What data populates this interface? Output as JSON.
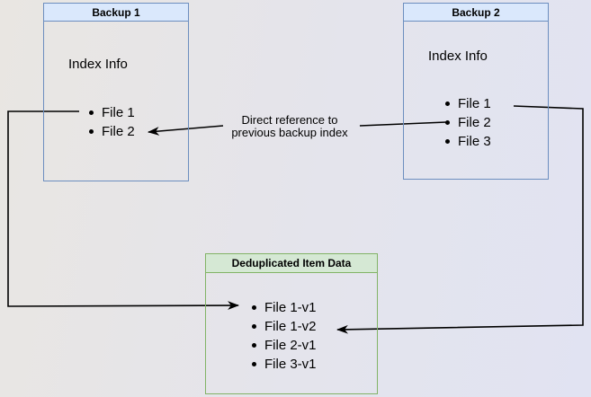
{
  "diagram": {
    "backup1": {
      "title": "Backup 1",
      "body_label": "Index Info",
      "items": [
        "File 1",
        "File 2"
      ]
    },
    "backup2": {
      "title": "Backup 2",
      "body_label": "Index Info",
      "items": [
        "File 1",
        "File 2",
        "File 3"
      ]
    },
    "dedup": {
      "title": "Deduplicated Item Data",
      "items": [
        "File 1-v1",
        "File 1-v2",
        "File 2-v1",
        "File 3-v1"
      ]
    },
    "annotation": {
      "line1": "Direct reference to",
      "line2": "previous backup index"
    },
    "colors": {
      "blue_border": "#6c8ebf",
      "blue_fill": "#dae8fc",
      "green_border": "#82b366",
      "green_fill": "#d5e8d4",
      "connector": "#000000"
    }
  }
}
